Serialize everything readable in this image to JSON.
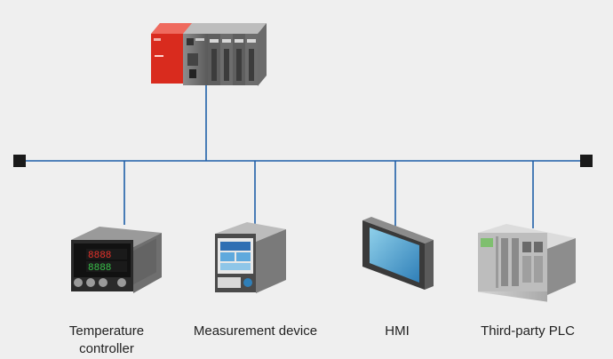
{
  "network": {
    "bus_color": "#1f5fa8",
    "terminator_color": "#1a1a1a"
  },
  "devices": {
    "master_plc": {
      "icon": "master-plc-icon",
      "accent": "#d92b1e"
    },
    "temperature_controller": {
      "icon": "temperature-controller-icon",
      "label_line1": "Temperature",
      "label_line2": "controller"
    },
    "measurement_device": {
      "icon": "measurement-device-icon",
      "label": "Measurement device"
    },
    "hmi": {
      "icon": "hmi-icon",
      "label": "HMI"
    },
    "third_party_plc": {
      "icon": "third-party-plc-icon",
      "label": "Third-party PLC"
    }
  }
}
